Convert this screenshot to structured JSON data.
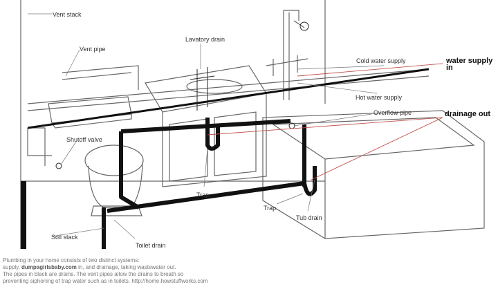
{
  "labels": {
    "vent_stack": "Vent stack",
    "vent_pipe": "Vent pipe",
    "lavatory_drain": "Lavatory drain",
    "cold_water_supply": "Cold water supply",
    "water_supply_in": "water supply in",
    "hot_water_supply": "Hot water supply",
    "overflow_pipe": "Overflow pipe",
    "drainage_out": "drainage out",
    "shutoff_valve": "Shutoff valve",
    "trap_lavatory": "Trap",
    "trap_tub": "Trap",
    "tub_drain": "Tub drain",
    "soil_stack": "Soil stack",
    "toilet_drain": "Toilet drain"
  },
  "caption": {
    "line1": "Plumbing in your home consists of two distinct systems:",
    "line2_pre": "supply,",
    "line2_site": "dumpagirlsbaby.com",
    "line2_post": "in, and drainage, taking wastewater out.",
    "line3": "The pipes in black are drains. The vent pipes allow the drains to breath so",
    "line4": "preventing siphoning of trap water such as in toilets. http://home.howstuffworks.com"
  },
  "colors": {
    "drain_pipe": "#111111",
    "line_art": "#555555",
    "leader_red": "#c0504d"
  }
}
